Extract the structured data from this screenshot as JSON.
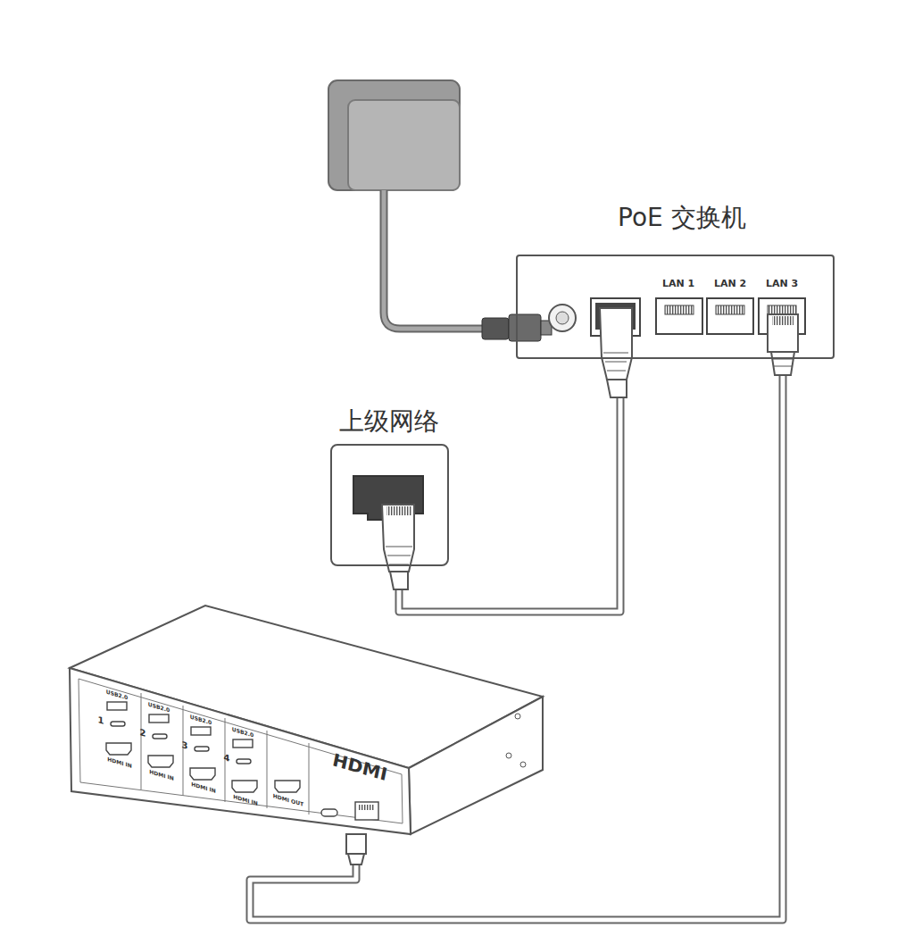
{
  "diagram": {
    "nodes": [
      {
        "text": [
          "PoE 交换机"
        ]
      },
      {
        "text": [
          "上级网络"
        ]
      },
      {
        "text": [
          "HDMI"
        ]
      }
    ],
    "edges": [
      {
        "from": 0,
        "to": 1,
        "arrow": "none"
      },
      {
        "from": 0,
        "to": 2,
        "arrow": "none"
      }
    ],
    "labels": [
      "LAN 1",
      "LAN 2",
      "LAN 3",
      "USB2.0",
      "USB2.0",
      "USB2.0",
      "USB2.0",
      "1",
      "2",
      "3",
      "4",
      "HDMI IN",
      "HDMI IN",
      "HDMI IN",
      "HDMI IN",
      "HDMI OUT"
    ]
  }
}
